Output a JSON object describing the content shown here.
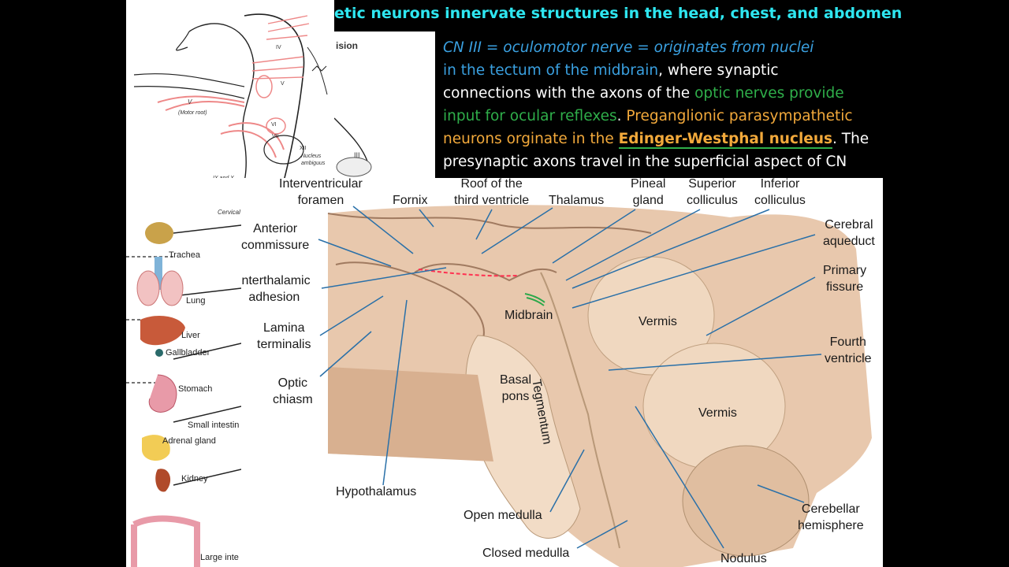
{
  "title": "etic neurons innervate structures in the head, chest, and abdomen",
  "text_block": {
    "line1": "CN III = oculomotor nerve = originates from nuclei",
    "line2a": "in the tectum of the midbrain",
    "line2b": ", where synaptic",
    "line3": "connections with the axons of the ",
    "line3b": "optic nerves provide",
    "line4a": "input for ocular reflexes",
    "line4b": ". ",
    "line4c": "Preganglionic parasympathetic",
    "line5a": "neurons orginate in the ",
    "line5b": "Edinger-Westphal nucleus",
    "line5c": ". The",
    "line6": "presynaptic axons travel in the superficial aspect of CN"
  },
  "nerve_diagram": {
    "motor_root": "(Motor root)",
    "v_label": "V",
    "ix_label": "IX and X",
    "xii": "XII",
    "nucleus": "Nucleus",
    "ambiguus": "ambiguus",
    "roman_iv": "IV",
    "roman_v": "V",
    "roman_vi": "VI",
    "roman_vii": "VII"
  },
  "vision_label": "ision",
  "organs": {
    "cervical": "Cervical",
    "trachea": "Trachea",
    "lung": "Lung",
    "liver": "Liver",
    "gallbladder": "Gallbladder",
    "stomach": "Stomach",
    "small_intestine": "Small intestin",
    "adrenal": "Adrenal gland",
    "kidney": "Kidney",
    "large_intestine": "Large inte"
  },
  "brain_labels": {
    "interventricular_1": "Interventricular",
    "interventricular_2": "foramen",
    "fornix": "Fornix",
    "roof_1": "Roof of the",
    "roof_2": "third ventricle",
    "thalamus": "Thalamus",
    "pineal_1": "Pineal",
    "pineal_2": "gland",
    "superior_1": "Superior",
    "superior_2": "colliculus",
    "inferior_1": "Inferior",
    "inferior_2": "colliculus",
    "cerebral_1": "Cerebral",
    "cerebral_2": "aqueduct",
    "primary_1": "Primary",
    "primary_2": "fissure",
    "fourth_1": "Fourth",
    "fourth_2": "ventricle",
    "anterior_1": "Anterior",
    "anterior_2": "commissure",
    "interthalamic_1": "Interthalamic",
    "interthalamic_2": "adhesion",
    "lamina_1": "Lamina",
    "lamina_2": "terminalis",
    "optic_1": "Optic",
    "optic_2": "chiasm",
    "midbrain": "Midbrain",
    "vermis_top": "Vermis",
    "vermis_bottom": "Vermis",
    "tegmentum": "Tegmentum",
    "basal_1": "Basal",
    "basal_2": "pons",
    "hypothalamus": "Hypothalamus",
    "open_medulla": "Open medulla",
    "closed_medulla": "Closed medulla",
    "nodulus": "Nodulus",
    "cerebellar_1": "Cerebellar",
    "cerebellar_2": "hemisphere"
  }
}
